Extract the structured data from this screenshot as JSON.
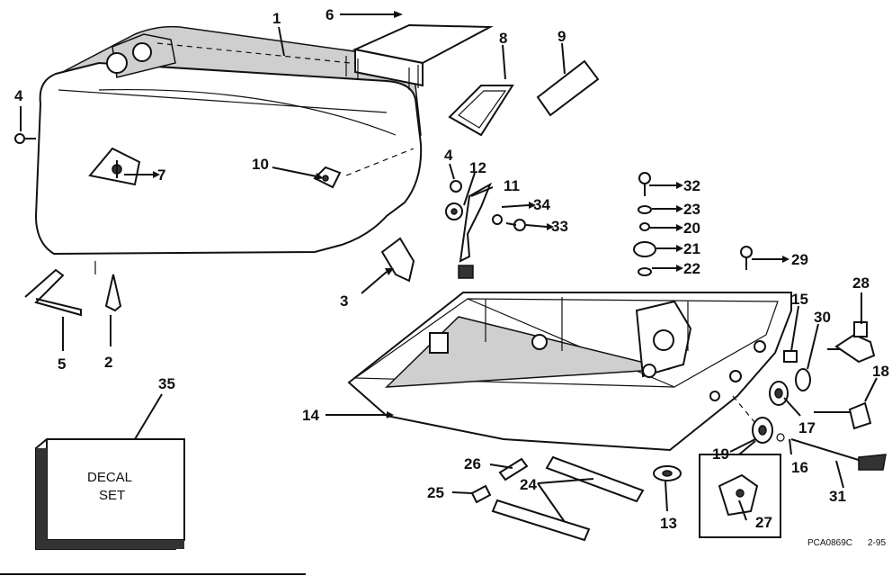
{
  "labels": {
    "p1": "1",
    "p2": "2",
    "p3": "3",
    "p4a": "4",
    "p4b": "4",
    "p5": "5",
    "p6": "6",
    "p7": "7",
    "p8": "8",
    "p9": "9",
    "p10": "10",
    "p11": "11",
    "p12": "12",
    "p13": "13",
    "p14": "14",
    "p15": "15",
    "p16": "16",
    "p17": "17",
    "p18": "18",
    "p19": "19",
    "p20": "20",
    "p21": "21",
    "p22": "22",
    "p23": "23",
    "p24": "24",
    "p25": "25",
    "p26": "26",
    "p27": "27",
    "p28": "28",
    "p29": "29",
    "p30": "30",
    "p31": "31",
    "p32": "32",
    "p33": "33",
    "p34": "34",
    "p35": "35"
  },
  "decal_box": {
    "line1": "DECAL",
    "line2": "SET"
  },
  "footer": {
    "drawing_code": "PCA0869C",
    "revision": "2-95"
  }
}
